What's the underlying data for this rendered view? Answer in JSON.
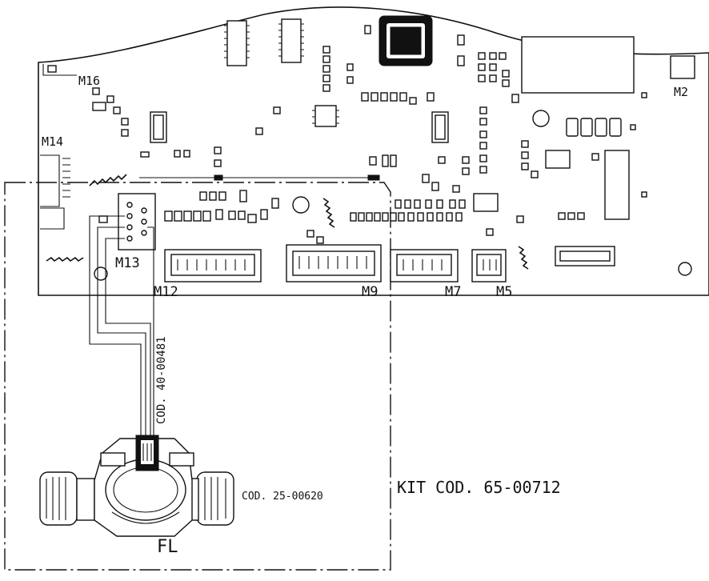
{
  "board": {
    "connectors": [
      {
        "id": "m16",
        "label": "M16"
      },
      {
        "id": "m2",
        "label": "M2"
      },
      {
        "id": "m14",
        "label": "M14"
      },
      {
        "id": "m13",
        "label": "M13"
      },
      {
        "id": "m12",
        "label": "M12"
      },
      {
        "id": "m9",
        "label": "M9"
      },
      {
        "id": "m7",
        "label": "M7"
      },
      {
        "id": "m5",
        "label": "M5"
      }
    ]
  },
  "cable": {
    "code": "COD. 40-00481"
  },
  "flowmeter": {
    "code": "COD. 25-00620",
    "label": "FL"
  },
  "kit": {
    "code": "KIT COD. 65-00712"
  }
}
